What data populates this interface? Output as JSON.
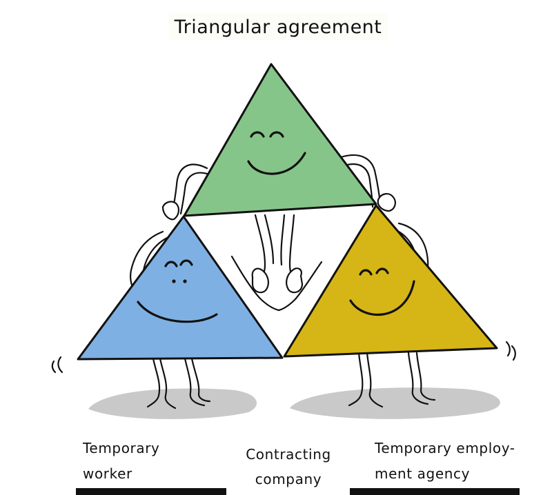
{
  "title": "Triangular agreement",
  "colors": {
    "top_triangle": "#86c589",
    "left_triangle": "#7fb0e3",
    "right_triangle": "#d6b516",
    "shadow": "#c9c9c9",
    "outline": "#111111",
    "label_bar": "#111111"
  },
  "labels": {
    "left": {
      "line1": "Temporary",
      "line2": "worker"
    },
    "center": {
      "line1": "Contracting",
      "line2": "company"
    },
    "right": {
      "line1": "Temporary employ-",
      "line2": "ment agency"
    }
  }
}
